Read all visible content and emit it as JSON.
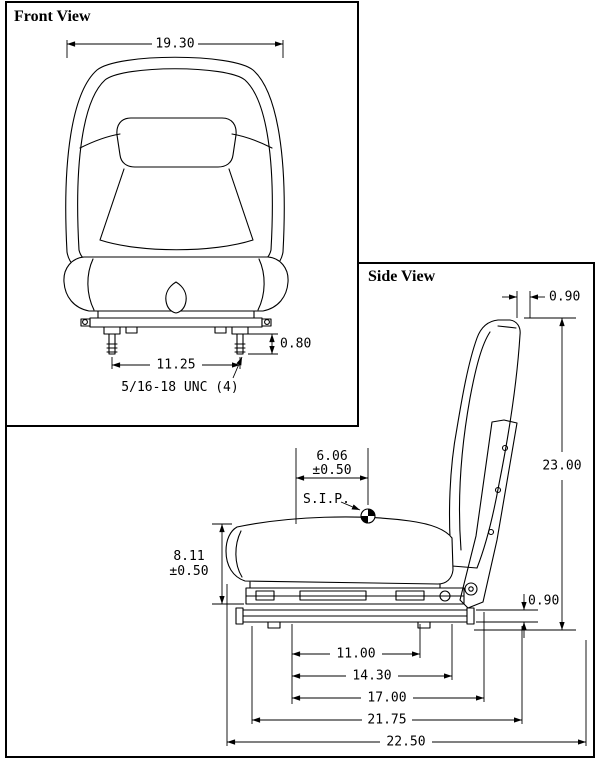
{
  "front_view": {
    "title": "Front View",
    "dims": {
      "overall_width": "19.30",
      "mount_spacing": "11.25",
      "stud_length": "0.80",
      "thread_note": "5/16-18 UNC (4)"
    }
  },
  "side_view": {
    "title": "Side View",
    "dims": {
      "backrest_top_depth": "0.90",
      "overall_height": "23.00",
      "sip_setback": "6.06",
      "sip_setback_tol": "±0.50",
      "sip_label": "S.I.P.",
      "cushion_height": "8.11",
      "cushion_height_tol": "±0.50",
      "rail_height": "0.90",
      "mount_length": "11.00",
      "slide_length": "14.30",
      "base_length": "17.00",
      "frame_length": "21.75",
      "overall_depth": "22.50"
    }
  }
}
